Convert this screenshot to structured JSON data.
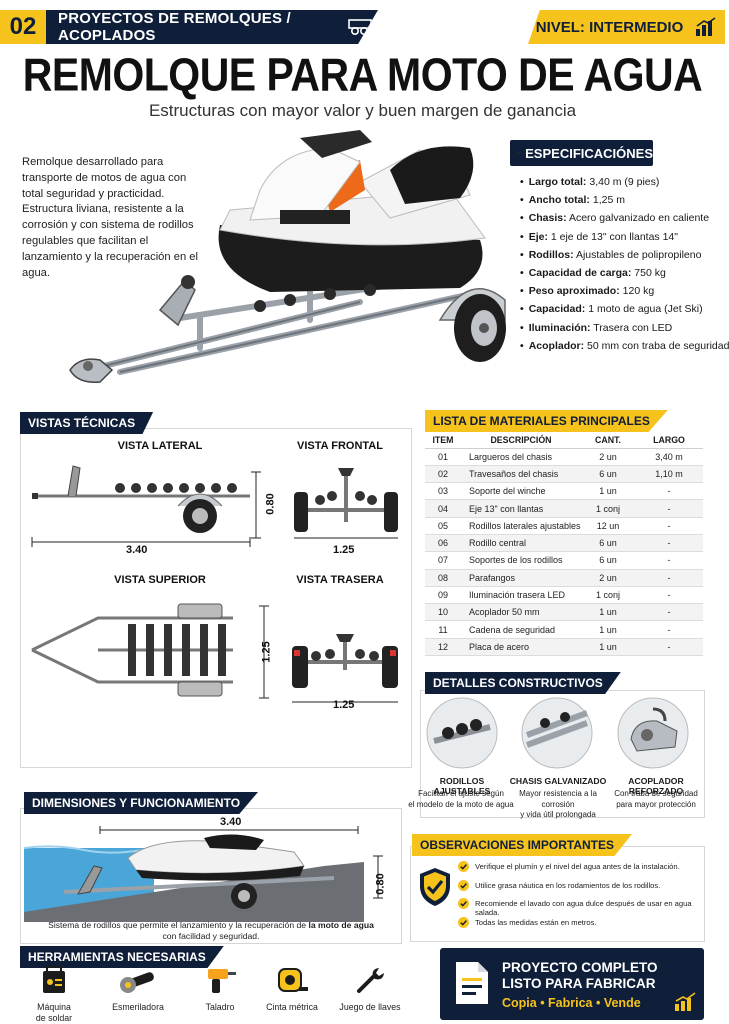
{
  "header": {
    "number": "02",
    "section": "PROYECTOS DE REMOLQUES / ACOPLADOS",
    "level": "NIVEL: INTERMEDIO",
    "title": "REMOLQUE PARA MOTO DE AGUA",
    "subtitle": "Estructuras con mayor valor y buen margen de ganancia"
  },
  "intro": "Remolque desarrollado para transporte de motos de agua con total seguridad y practicidad. Estructura liviana, resistente a la corrosión y con sistema de rodillos regulables que facilitan el lanzamiento y la recuperación en el agua.",
  "specs": {
    "heading": "ESPECIFICACIÓNES",
    "items": [
      {
        "label": "Largo total:",
        "value": " 3,40 m (9 pies)"
      },
      {
        "label": "Ancho total:",
        "value": " 1,25 m"
      },
      {
        "label": "Chasis:",
        "value": " Acero galvanizado en caliente"
      },
      {
        "label": "Eje:",
        "value": " 1 eje de 13\" con llantas 14\""
      },
      {
        "label": "Rodillos:",
        "value": " Ajustables de polipropileno"
      },
      {
        "label": "Capacidad de carga:",
        "value": " 750 kg"
      },
      {
        "label": "Peso aproximado:",
        "value": " 120 kg"
      },
      {
        "label": "Capacidad:",
        "value": " 1 moto de agua (Jet Ski)"
      },
      {
        "label": "Iluminación:",
        "value": " Trasera con LED"
      },
      {
        "label": "Acoplador:",
        "value": " 50 mm con traba de seguridad"
      }
    ]
  },
  "views": {
    "heading": "VISTAS TÉCNICAS",
    "lateral": "VISTA LATERAL",
    "frontal": "VISTA FRONTAL",
    "superior": "VISTA SUPERIOR",
    "trasera": "VISTA TRASERA",
    "dim_length": "3.40",
    "dim_height": "0.80",
    "dim_width": "1.25"
  },
  "materials": {
    "heading": "LISTA DE MATERIALES PRINCIPALES",
    "columns": [
      "ITEM",
      "DESCRIPCIÓN",
      "CANT.",
      "LARGO"
    ],
    "rows": [
      [
        "01",
        "Largueros del chasis",
        "2 un",
        "3,40 m"
      ],
      [
        "02",
        "Travesaños del chasis",
        "6 un",
        "1,10 m"
      ],
      [
        "03",
        "Soporte del winche",
        "1 un",
        "-"
      ],
      [
        "04",
        "Eje 13\" con llantas",
        "1 conj",
        "-"
      ],
      [
        "05",
        "Rodillos laterales ajustables",
        "12 un",
        "-"
      ],
      [
        "06",
        "Rodillo central",
        "6 un",
        "-"
      ],
      [
        "07",
        "Soportes de los rodillos",
        "6 un",
        "-"
      ],
      [
        "08",
        "Parafangos",
        "2 un",
        "-"
      ],
      [
        "09",
        "Iluminación trasera LED",
        "1 conj",
        "-"
      ],
      [
        "10",
        "Acoplador 50 mm",
        "1 un",
        "-"
      ],
      [
        "11",
        "Cadena de seguridad",
        "1 un",
        "-"
      ],
      [
        "12",
        "Placa de acero",
        "1 un",
        "-"
      ]
    ]
  },
  "details": {
    "heading": "DETALLES CONSTRUCTIVOS",
    "items": [
      {
        "title": "RODILLOS AJUSTABLES",
        "l1": "Facilitan el ajuste según",
        "l2": "el modelo de la moto de agua"
      },
      {
        "title": "CHASIS GALVANIZADO",
        "l1": "Mayor resistencia a la corrosión",
        "l2": "y vida útil prolongada"
      },
      {
        "title": "ACOPLADOR REFORZADO",
        "l1": "Con traba de seguridad",
        "l2": "para mayor protección"
      }
    ]
  },
  "dimensions": {
    "heading": "DIMENSIONES Y FUNCIONAMIENTO",
    "length": "3.40",
    "height": "0.80",
    "caption_pre": "Sistema de rodillos que permite el lanzamiento y la recuperación de ",
    "caption_bold": "la moto de agua",
    "caption_post": "con facilidad y seguridad."
  },
  "observations": {
    "heading": "OBSERVACIONES IMPORTANTES",
    "items": [
      "Verifique el plumín y el nivel del agua antes de la instalación.",
      "Utilice grasa náutica en los rodamientos de los rodillos.",
      "Recomiende el lavado con agua dulce después de usar en agua salada.",
      "Todas las medidas están en metros."
    ]
  },
  "tools": {
    "heading": "HERRAMIENTAS NECESARIAS",
    "items": [
      {
        "l1": "Máquina",
        "l2": "de soldar"
      },
      {
        "l1": "Esmeriladora",
        "l2": ""
      },
      {
        "l1": "Taladro",
        "l2": ""
      },
      {
        "l1": "Cinta métrica",
        "l2": ""
      },
      {
        "l1": "Juego de llaves",
        "l2": ""
      }
    ]
  },
  "cta": {
    "line1": "PROYECTO COMPLETO",
    "line2": "LISTO PARA FABRICAR",
    "line3": "Copia • Fabrica • Vende"
  },
  "colors": {
    "navy": "#0f1f3a",
    "yellow": "#f6c21c",
    "jetski_orange": "#ee6a1b"
  }
}
